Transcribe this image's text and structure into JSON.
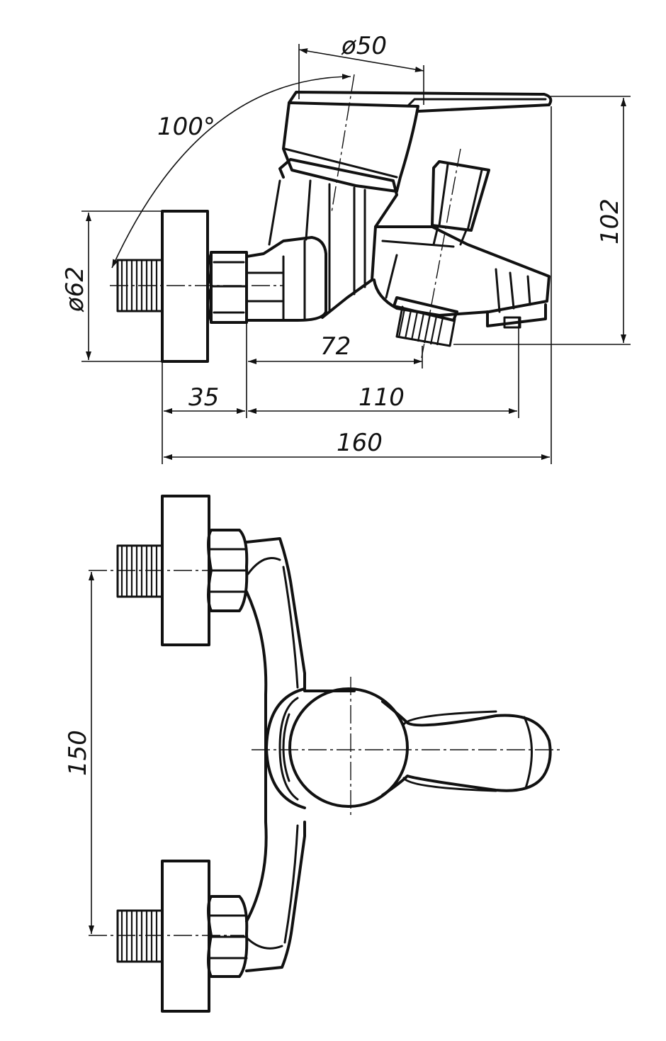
{
  "drawing": {
    "dimensions": {
      "d50": "ø50",
      "angle": "100°",
      "d62": "ø62",
      "h102": "102",
      "w72": "72",
      "w35": "35",
      "w110": "110",
      "w160": "160",
      "h150": "150"
    },
    "colors": {
      "line": "#111111",
      "background": "#ffffff"
    }
  }
}
